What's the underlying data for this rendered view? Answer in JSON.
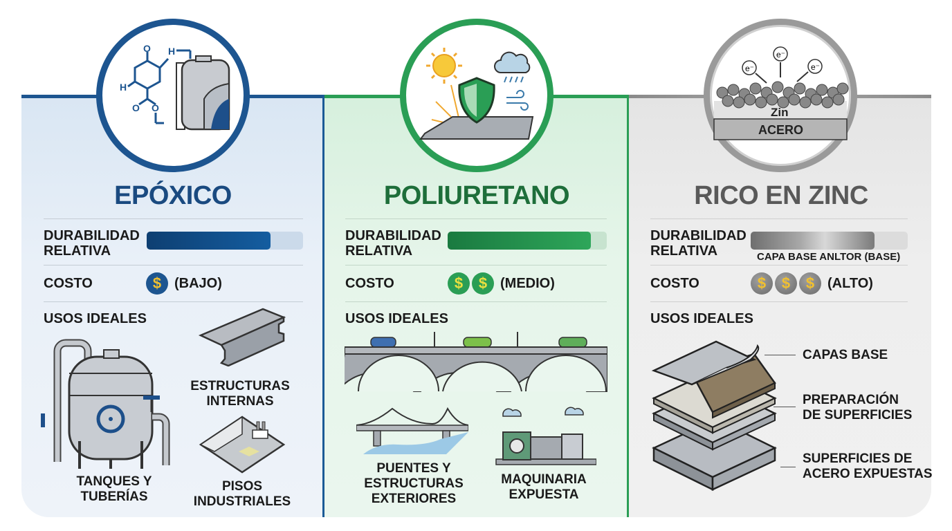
{
  "columns": [
    {
      "id": "epoxy",
      "title": "EPÓXICO",
      "accent": "#1d5590",
      "badge_icon": "chemical-tank-icon",
      "durability_label_1": "DURABILIDAD",
      "durability_label_2": "RELATIVA",
      "durability_percent": 79,
      "cost_label": "COSTO",
      "cost_symbol": "$",
      "cost_coins": 1,
      "cost_text": "(BAJO)",
      "uses_label": "USOS IDEALES",
      "uses": [
        {
          "icon": "tank-pipes-icon",
          "line1": "TANQUES Y",
          "line2": "TUBERÍAS"
        },
        {
          "icon": "steel-beam-icon",
          "line1": "ESTRUCTURAS",
          "line2": "INTERNAS"
        },
        {
          "icon": "industrial-floor-icon",
          "line1": "PISOS",
          "line2": "INDUSTRIALES"
        }
      ]
    },
    {
      "id": "polyurethane",
      "title": "POLIURETANO",
      "accent": "#2a9e55",
      "badge_icon": "shield-weather-icon",
      "durability_label_1": "DURABILIDAD",
      "durability_label_2": "RELATIVA",
      "durability_percent": 90,
      "cost_label": "COSTO",
      "cost_symbol": "$",
      "cost_coins": 2,
      "cost_text": "(MEDIO)",
      "uses_label": "USOS IDEALES",
      "uses": [
        {
          "icon": "arch-bridge-icon",
          "line1": "",
          "line2": ""
        },
        {
          "icon": "suspension-bridge-icon",
          "line1": "PUENTES Y",
          "line2": "ESTRUCTURAS",
          "line3": "EXTERIORES"
        },
        {
          "icon": "exposed-machinery-icon",
          "line1": "MAQUINARIA",
          "line2": "EXPUESTA"
        }
      ]
    },
    {
      "id": "zinc",
      "title": "RICO EN ZINC",
      "accent": "#8a8a8a",
      "badge_icon": "zinc-steel-layers-icon",
      "badge_text_zinc": "Zin",
      "badge_text_steel": "ACERO",
      "badge_electron": "e⁻",
      "durability_label_1": "DURABILIDAD",
      "durability_label_2": "RELATIVA",
      "durability_percent": 79,
      "durability_caption": "CAPA BASE ANLTOR (BASE)",
      "cost_label": "COSTO",
      "cost_symbol": "$",
      "cost_coins": 3,
      "cost_text": "(ALTO)",
      "uses_label": "USOS IDEALES",
      "uses": [
        {
          "icon": "layered-plates-icon",
          "line1": "CAPAS BASE",
          "line2": ""
        },
        {
          "icon": "",
          "line1": "PREPARACIÓN",
          "line2": "DE SUPERFICIES"
        },
        {
          "icon": "",
          "line1": "SUPERFICIES DE",
          "line2": "ACERO EXPUESTAS"
        }
      ]
    }
  ]
}
